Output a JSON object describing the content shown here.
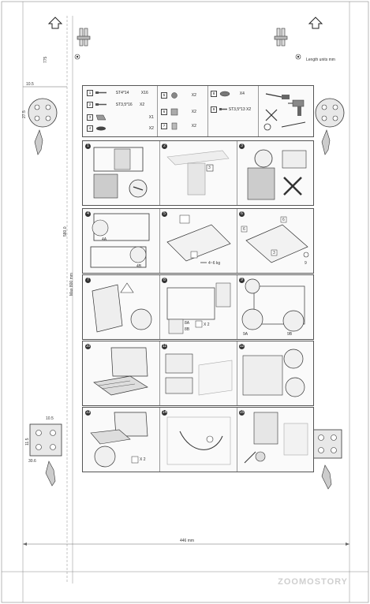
{
  "dimensions": {
    "top_depth": "775",
    "height_main": "580.0",
    "max_height": "Max 800 mm",
    "width_bottom": "446 mm",
    "left_top_a": "10.5",
    "left_top_b": "27.5",
    "left_bottom_a": "10.5",
    "left_bottom_b": "11.5",
    "left_bottom_c": "30.6",
    "length_unit": "Length units mm"
  },
  "parts": {
    "col1": [
      {
        "num": "1",
        "code": "ST4*14",
        "qty": "X16"
      },
      {
        "num": "2",
        "code": "ST3,5*16",
        "qty": "X2"
      },
      {
        "num": "3",
        "code": "",
        "qty": "X1"
      },
      {
        "num": "4",
        "code": "",
        "qty": "X2"
      }
    ],
    "col2": [
      {
        "num": "5",
        "code": "",
        "qty": "X2"
      },
      {
        "num": "6",
        "code": "",
        "qty": "X2"
      },
      {
        "num": "7",
        "code": "",
        "qty": "X2"
      }
    ],
    "col3": [
      {
        "num": "8",
        "code": "",
        "qty": "X4"
      },
      {
        "num": "9",
        "code": "ST3,5*13",
        "qty": "X2"
      }
    ]
  },
  "steps": {
    "row1": [
      "1",
      "2",
      "3"
    ],
    "row2": [
      "4",
      "5",
      "6"
    ],
    "row3": [
      "7",
      "8",
      "9"
    ],
    "row4": [
      "10",
      "11",
      "12"
    ],
    "row5": [
      "13",
      "14",
      "15"
    ]
  },
  "step_notes": {
    "s2_ref": "3",
    "s5_weight": "4~6 kg",
    "s8_count": "X 2",
    "s13_count": "X 2",
    "s4_a": "4A",
    "s4_b": "4B",
    "s6_labels": [
      "6",
      "6",
      "3",
      "9"
    ],
    "s8_labels": [
      "8A",
      "8B"
    ],
    "s9_labels": [
      "9A",
      "9B"
    ]
  },
  "watermark": "ZOOMOSTORY"
}
